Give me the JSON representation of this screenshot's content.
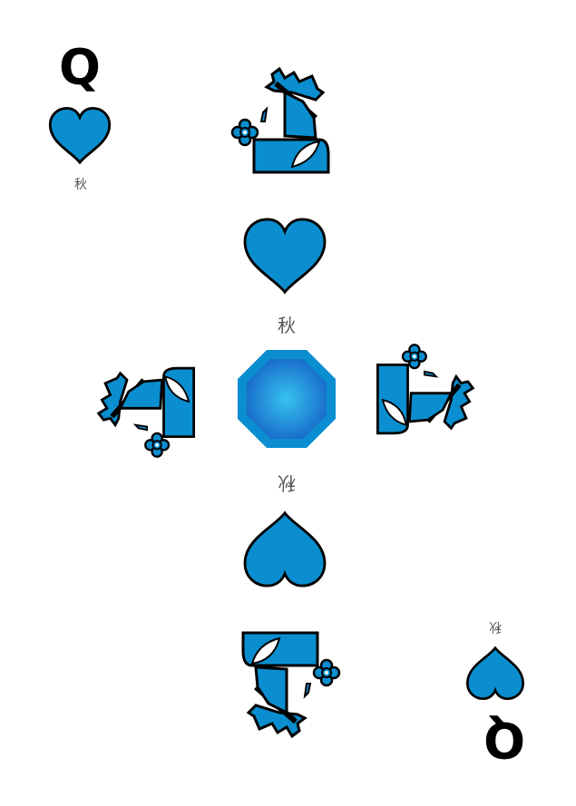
{
  "card": {
    "rank": "Q",
    "suit_label": "秋",
    "suit": "heart"
  },
  "colors": {
    "suit_fill": "#0a8ecf",
    "outline": "#000000",
    "center_outer": "#0a8ecf",
    "center_inner_light": "#36c3ef",
    "center_inner_dark": "#1769c9",
    "label_text": "#555555"
  },
  "icons": {
    "pip": "heart-icon",
    "figure": "queen-figure-icon",
    "center": "octagon-gem-icon"
  }
}
